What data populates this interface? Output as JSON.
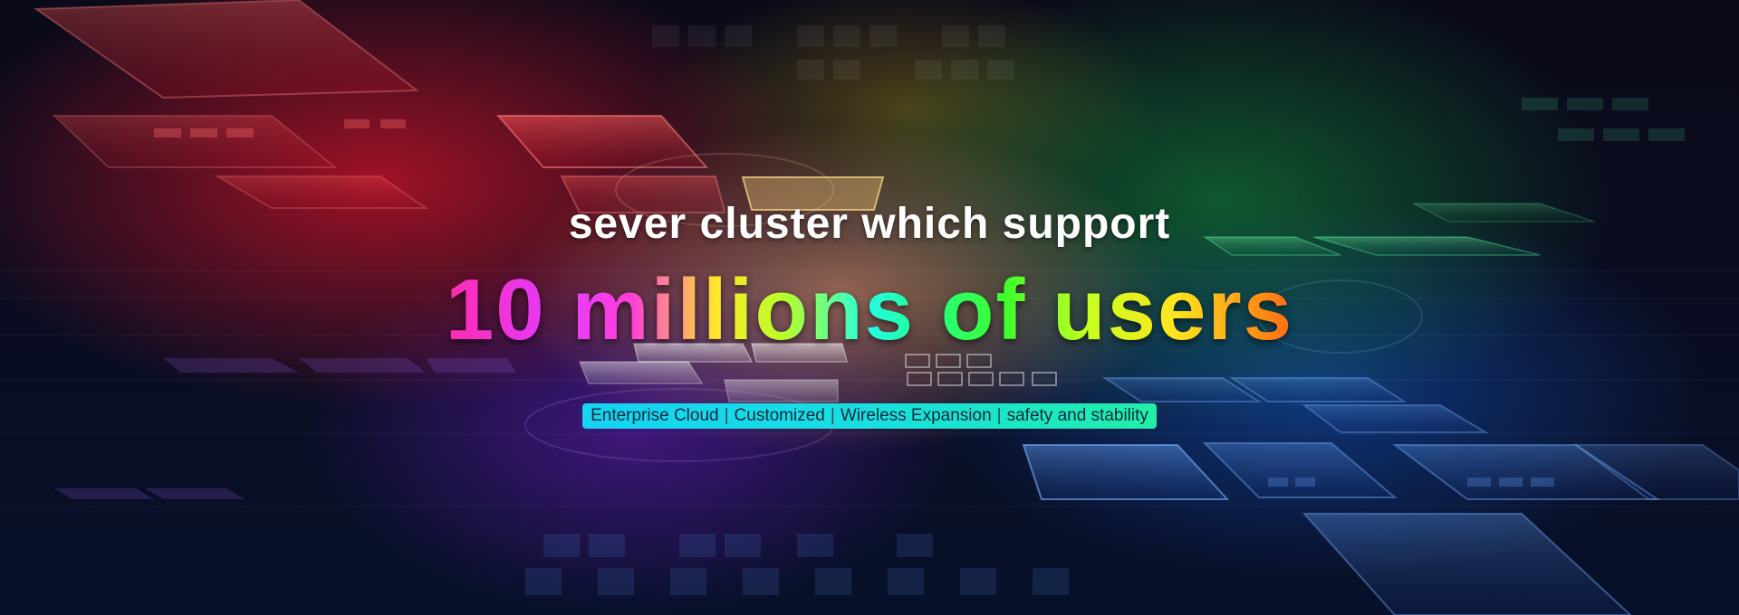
{
  "banner": {
    "subtitle": "sever cluster which support",
    "headline": "10 millions of users",
    "tagline": {
      "items": [
        "Enterprise Cloud",
        "Customized",
        "Wireless Expansion",
        "safety and stability"
      ],
      "separator": "|"
    }
  },
  "colors": {
    "headline_gradient": [
      "#ff2bb0",
      "#e23cff",
      "#ffe82a",
      "#21ffe4",
      "#3dff2a",
      "#ffe51e",
      "#ff6a12"
    ],
    "tagline_background": [
      "#16d3f2",
      "#22eea8"
    ],
    "subtitle": "#ffffff"
  }
}
